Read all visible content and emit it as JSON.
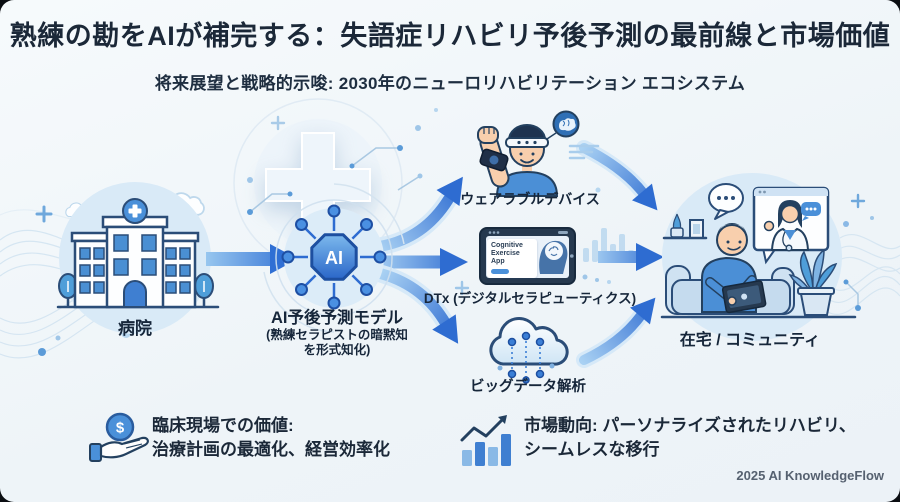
{
  "header": {
    "title": "熟練の勘をAIが補完する：失語症リハビリ予後予測の最前線と市場価値",
    "subtitle": "将来展望と戦略的示唆: 2030年のニューロリハビリテーション エコシステム"
  },
  "flow": {
    "hospital": {
      "label": "病院"
    },
    "ai_model": {
      "node_text": "AI",
      "label": "AI予後予測モデル",
      "sublabel_line1": "(熟練セラピストの暗黙知",
      "sublabel_line2": "を形式知化)"
    },
    "wearable": {
      "label": "ウェアラブルデバイス"
    },
    "dtx": {
      "label": "DTx (デジタルセラピューティクス)",
      "tablet_app_title": "Cognitive Exercise App"
    },
    "bigdata": {
      "label": "ビッグデータ解析"
    },
    "home": {
      "label": "在宅 / コミュニティ"
    }
  },
  "footer": {
    "clinical_value": {
      "line1": "臨床現場での価値:",
      "line2": "治療計画の最適化、経営効率化"
    },
    "market_trend": {
      "line1": "市場動向: パーソナライズされたリハビリ、",
      "line2": "シームレスな移行"
    },
    "credit": "2025 AI KnowledgeFlow"
  },
  "icons": {
    "dollar_sign": "$"
  },
  "colors": {
    "background": "#f2f6f9",
    "title_text": "#1b2838",
    "accent_blue": "#3b82d6",
    "arrow_dark": "#2e6cd1",
    "arrow_light": "#9fc9f0",
    "outline_navy": "#2b4d78",
    "light_circle": "#d8e9f6"
  }
}
